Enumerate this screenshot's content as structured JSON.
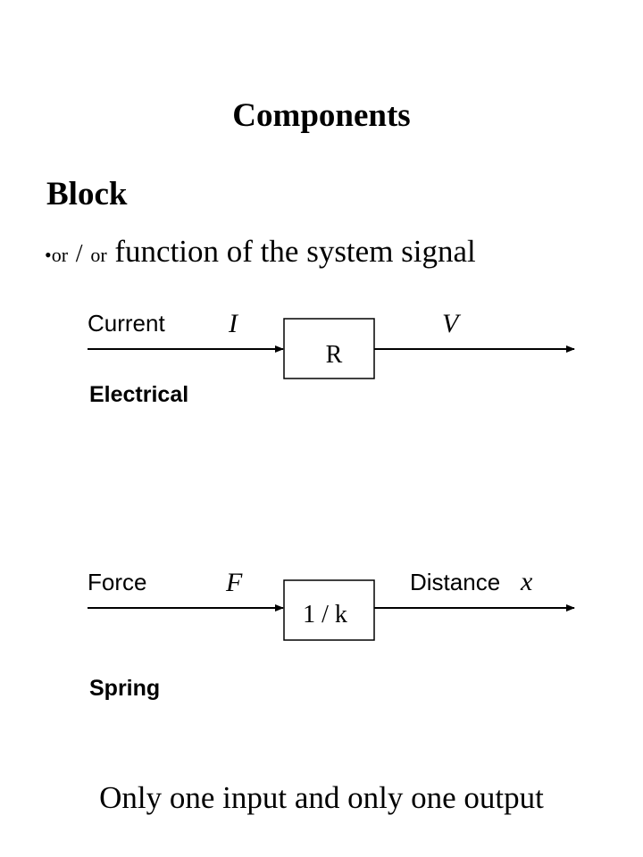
{
  "page": {
    "title": "Components",
    "heading": "Block",
    "bullet": {
      "mark": "•",
      "word1": "or",
      "separator": "/",
      "word2": "or",
      "text": "function of the system signal"
    },
    "footer": "Only one input and only one output"
  },
  "diagrams": [
    {
      "id": "electrical",
      "input_label": "Current",
      "input_symbol": "I",
      "block_label": "R",
      "output_label": "",
      "output_symbol": "V",
      "caption": "Electrical"
    },
    {
      "id": "spring",
      "input_label": "Force",
      "input_symbol": "F",
      "block_label": "1 / k",
      "output_label": "Distance",
      "output_symbol": "x",
      "caption": "Spring"
    }
  ]
}
